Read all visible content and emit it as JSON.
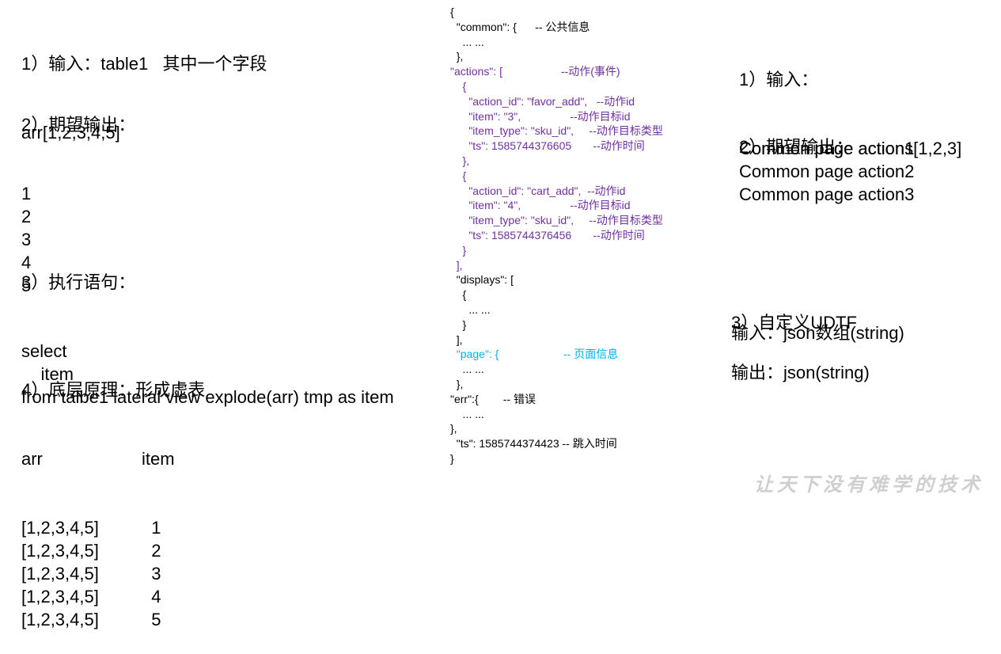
{
  "left": {
    "s1_title": "1）输入：table1   其中一个字段",
    "s1_value": "arr[1,2,3,4,5]",
    "s2_title": "2）期望输出：",
    "s2_values": [
      "1",
      "2",
      "3",
      "4",
      "5"
    ],
    "s3_title": "3）执行语句：",
    "s3_lines": [
      "select",
      "    item",
      "from talbe1 lateral view explode(arr) tmp as item"
    ],
    "s4_title": "4）底层原理：形成虚表",
    "s4_headers": [
      "arr",
      "item"
    ],
    "s4_rows": [
      [
        "[1,2,3,4,5]",
        "1"
      ],
      [
        "[1,2,3,4,5]",
        "2"
      ],
      [
        "[1,2,3,4,5]",
        "3"
      ],
      [
        "[1,2,3,4,5]",
        "4"
      ],
      [
        "[1,2,3,4,5]",
        "5"
      ]
    ]
  },
  "json_lines": [
    {
      "text": "{",
      "tone": "black"
    },
    {
      "text": "  \"common\": {      -- 公共信息",
      "tone": "black"
    },
    {
      "text": "    ... ...",
      "tone": "black"
    },
    {
      "text": "  },",
      "tone": "black"
    },
    {
      "text": "\"actions\": [                   --动作(事件)",
      "tone": "purple"
    },
    {
      "text": "    {",
      "tone": "purple"
    },
    {
      "text": "      \"action_id\": \"favor_add\",   --动作id",
      "tone": "purple"
    },
    {
      "text": "      \"item\": \"3\",                --动作目标id",
      "tone": "purple"
    },
    {
      "text": "      \"item_type\": \"sku_id\",     --动作目标类型",
      "tone": "purple"
    },
    {
      "text": "      \"ts\": 1585744376605       --动作时间",
      "tone": "purple"
    },
    {
      "text": "    },",
      "tone": "purple"
    },
    {
      "text": "    {",
      "tone": "purple"
    },
    {
      "text": "      \"action_id\": \"cart_add\",  --动作id",
      "tone": "purple"
    },
    {
      "text": "      \"item\": \"4\",                --动作目标id",
      "tone": "purple"
    },
    {
      "text": "      \"item_type\": \"sku_id\",     --动作目标类型",
      "tone": "purple"
    },
    {
      "text": "      \"ts\": 1585744376456       --动作时间",
      "tone": "purple"
    },
    {
      "text": "    }",
      "tone": "purple"
    },
    {
      "text": "  ],",
      "tone": "purple"
    },
    {
      "text": "  \"displays\": [",
      "tone": "black"
    },
    {
      "text": "    {",
      "tone": "black"
    },
    {
      "text": "      ... ...",
      "tone": "black"
    },
    {
      "text": "    }",
      "tone": "black"
    },
    {
      "text": "  ],",
      "tone": "black"
    },
    {
      "text": "  \"page\": {                     -- 页面信息",
      "tone": "cyan"
    },
    {
      "text": "    ... ...",
      "tone": "black"
    },
    {
      "text": "  },",
      "tone": "black"
    },
    {
      "text": "\"err\":{        -- 错误",
      "tone": "black"
    },
    {
      "text": "    ... ...",
      "tone": "black"
    },
    {
      "text": "},",
      "tone": "black"
    },
    {
      "text": "  \"ts\": 1585744374423 -- 跳入时间",
      "tone": "black"
    },
    {
      "text": "}",
      "tone": "black"
    }
  ],
  "right": {
    "r1_title": "1）输入：",
    "r1_value": "Common page actions[1,2,3]",
    "r2_title": "2）期望输出：",
    "r2_values": [
      "Common page action1",
      "Common page action2",
      "Common page action3"
    ],
    "r3_title": "3）自定义UDTF",
    "r3_input": "输入：json数组(string)",
    "r3_output": "输出：json(string)"
  },
  "watermark": "让天下没有难学的技术",
  "colors": {
    "purple": "#7030a0",
    "cyan": "#00b0f0",
    "watermark": "#cfcfcf"
  }
}
